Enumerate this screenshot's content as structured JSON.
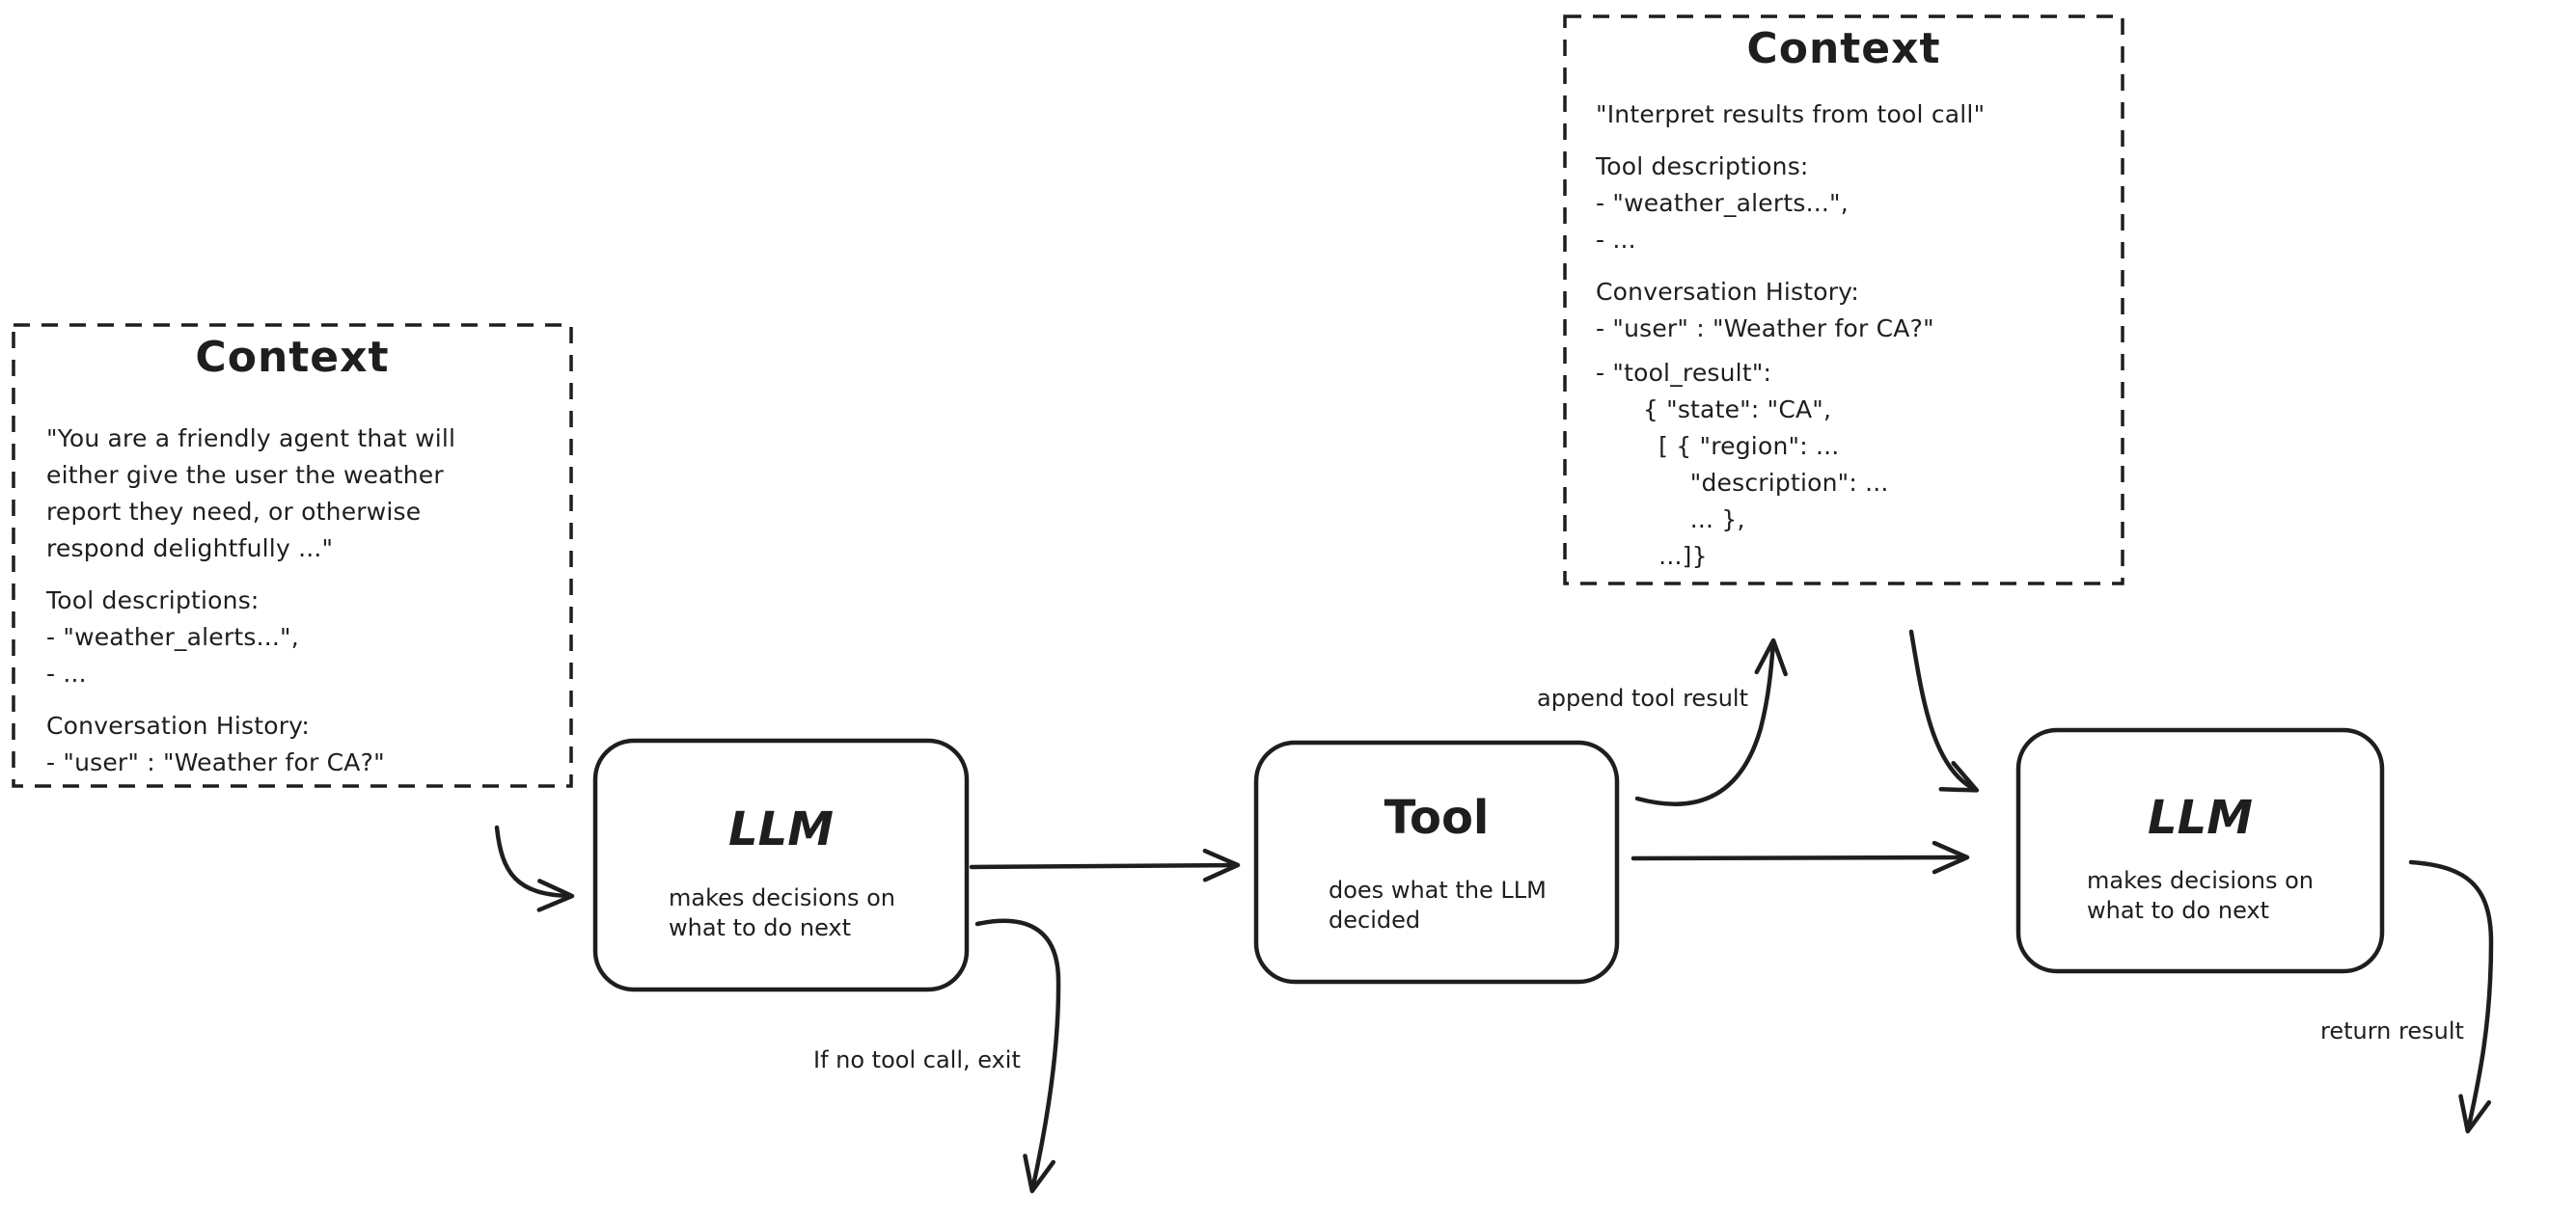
{
  "diagram": {
    "context1": {
      "title": "Context",
      "lines": [
        "\"You are a friendly agent that will",
        "either give the user the weather",
        "report they need, or otherwise",
        "respond delightfully ...\"",
        "Tool descriptions:",
        "- \"weather_alerts...\",",
        "- ...",
        "Conversation History:",
        "- \"user\" : \"Weather for CA?\""
      ]
    },
    "context2": {
      "title": "Context",
      "lines": [
        "\"Interpret results from tool call\"",
        "Tool descriptions:",
        "- \"weather_alerts...\",",
        "- ...",
        "Conversation History:",
        "- \"user\" : \"Weather for CA?\"",
        "- \"tool_result\":",
        "      { \"state\": \"CA\",",
        "        [ { \"region\": ...",
        "            \"description\": ...",
        "            ... },",
        "        ...]}"
      ]
    },
    "nodes": {
      "llm1": {
        "title": "LLM",
        "subtitle": "makes decisions on\nwhat to do next"
      },
      "tool": {
        "title": "Tool",
        "subtitle": "does what the LLM\ndecided"
      },
      "llm2": {
        "title": "LLM",
        "subtitle": "makes decisions on\nwhat to do next"
      }
    },
    "edge_labels": {
      "append_tool_result": "append tool result",
      "no_tool_call_exit": "If no tool call, exit",
      "return_result": "return result"
    },
    "colors": {
      "ink": "#1e1e1e",
      "background": "#ffffff"
    }
  }
}
